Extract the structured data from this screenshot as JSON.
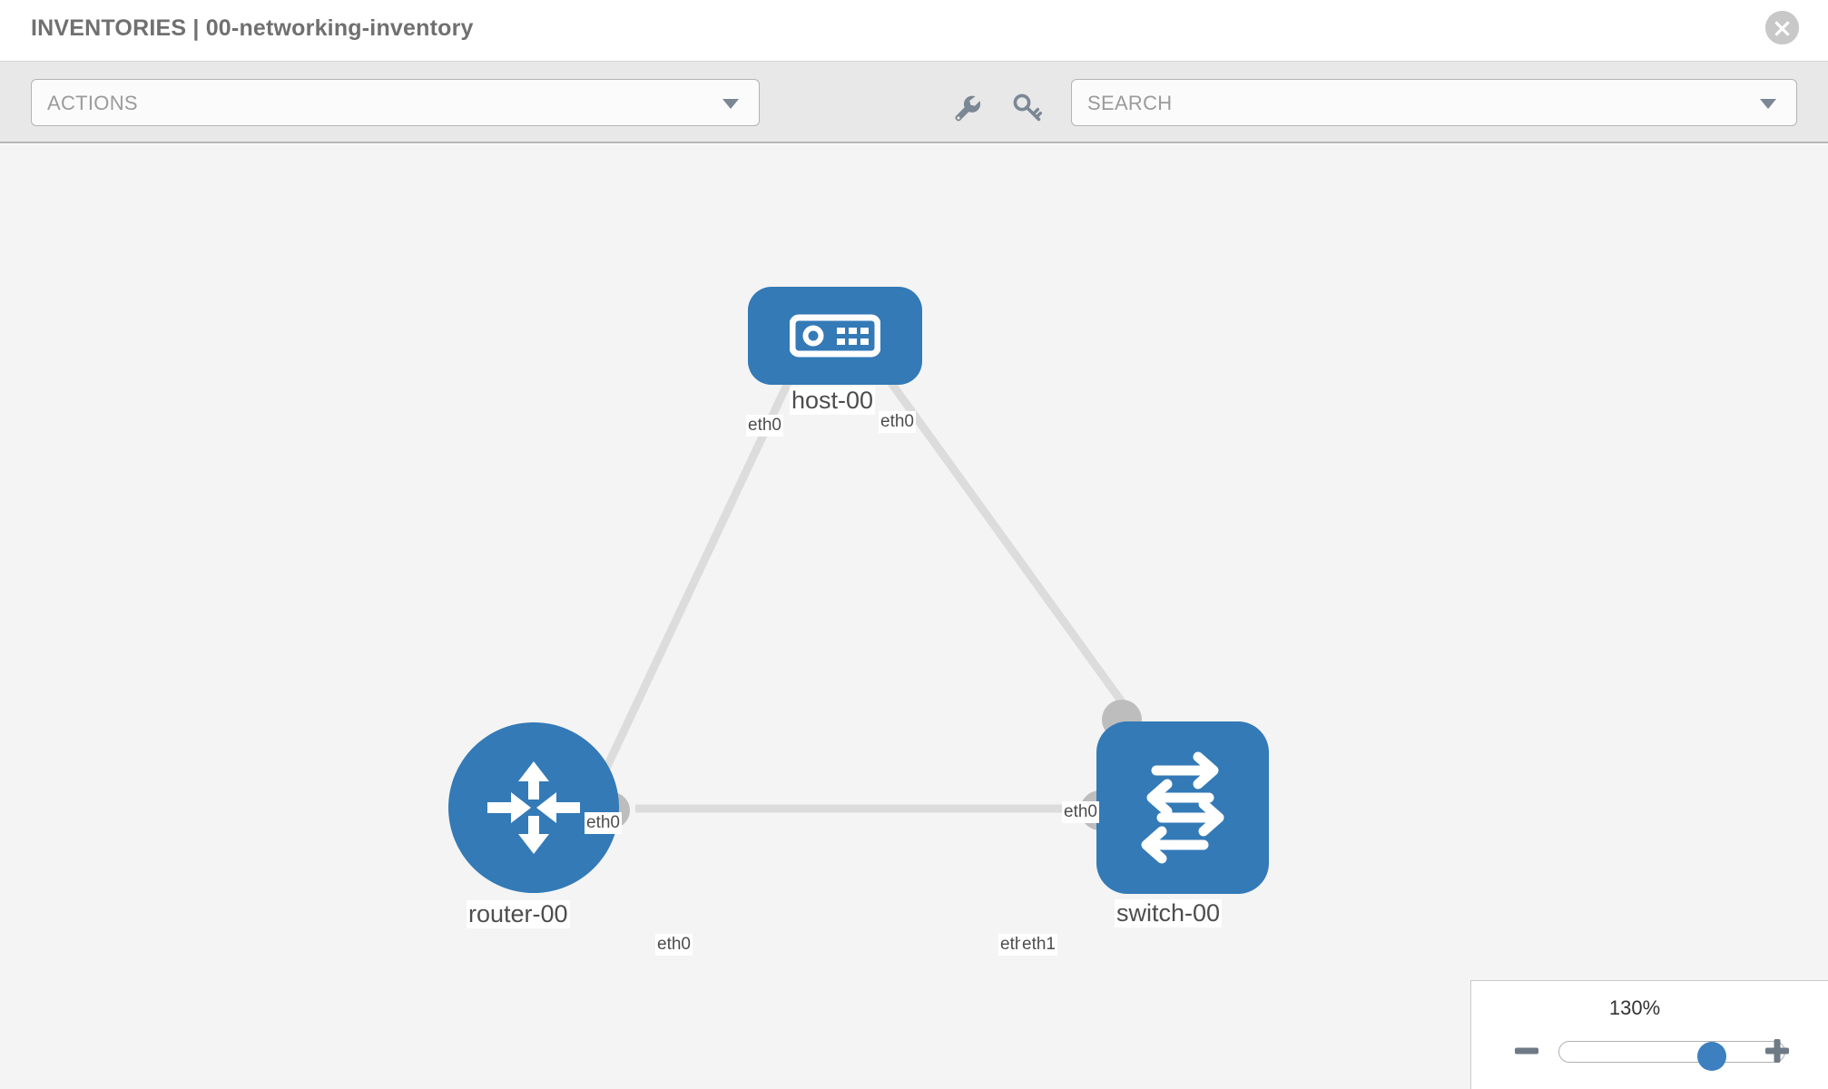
{
  "header": {
    "title": "INVENTORIES | 00-networking-inventory",
    "close_icon": "close-circle-icon"
  },
  "toolbar": {
    "actions_label": "ACTIONS",
    "actions_caret_icon": "chevron-down-icon",
    "wrench_icon": "wrench-icon",
    "key_icon": "key-icon",
    "search_placeholder": "SEARCH",
    "search_value": "",
    "search_caret_icon": "chevron-down-icon"
  },
  "topology": {
    "nodes": [
      {
        "id": "host-00",
        "label": "host-00",
        "type": "host",
        "icon": "server-icon",
        "shape": "rounded-rect",
        "color": "#337ab7"
      },
      {
        "id": "router-00",
        "label": "router-00",
        "type": "router",
        "icon": "router-arrows-icon",
        "shape": "circle",
        "color": "#337ab7"
      },
      {
        "id": "switch-00",
        "label": "switch-00",
        "type": "switch",
        "icon": "switch-arrows-icon",
        "shape": "rounded-rect",
        "color": "#337ab7"
      }
    ],
    "edges": [
      {
        "from": "host-00",
        "to": "router-00",
        "from_interface": "eth0",
        "to_interface": "eth0"
      },
      {
        "from": "host-00",
        "to": "switch-00",
        "from_interface": "eth0",
        "to_interface": "eth0"
      },
      {
        "from": "router-00",
        "to": "switch-00",
        "from_interface": "eth0",
        "to_interface": "eth1"
      }
    ],
    "interface_labels": [
      "eth0",
      "eth0",
      "eth0",
      "eth0",
      "eth0",
      "eth0",
      "eth1"
    ]
  },
  "zoom_control": {
    "value_label": "130%",
    "minus_icon": "minus-icon",
    "plus_icon": "plus-icon",
    "slider_name": "zoom-slider"
  },
  "colors": {
    "node_blue": "#337ab7",
    "accent_blue": "#3c80c0",
    "canvas_bg": "#f4f4f4",
    "toolbar_bg": "#e8e8e8",
    "edge_grey": "#dcdcdc",
    "nub_grey": "#bdbdbd",
    "text_grey": "#707070"
  }
}
